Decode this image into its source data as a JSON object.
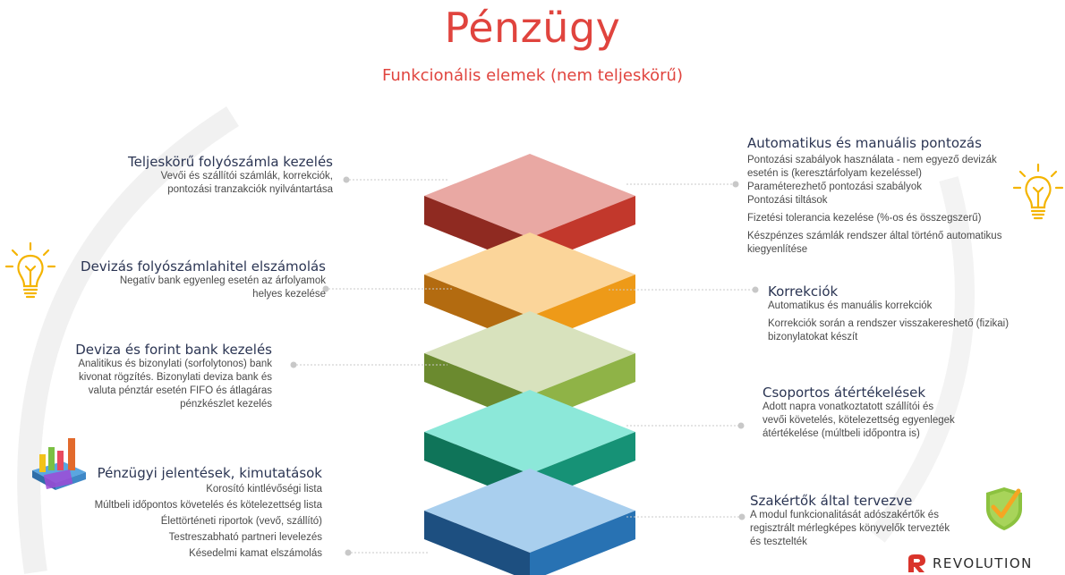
{
  "header": {
    "title": "Pénzügy",
    "subtitle": "Funkcionális elemek (nem teljeskörű)"
  },
  "left_items": [
    {
      "title": "Teljeskörű folyószámla kezelés",
      "lines": [
        "Vevői és szállítói számlák, korrekciók,",
        "pontozási tranzakciók nyilvántartása"
      ]
    },
    {
      "title": "Devizás folyószámlahitel elszámolás",
      "lines": [
        "Negatív bank egyenleg esetén az árfolyamok",
        "helyes kezelése"
      ]
    },
    {
      "title": "Deviza és forint bank kezelés",
      "lines": [
        "Analitikus és bizonylati (sorfolytonos) bank",
        "kivonat rögzítés. Bizonylati deviza bank és",
        "valuta pénztár esetén FIFO és átlagáras",
        "pénzkészlet kezelés"
      ]
    },
    {
      "title": "Pénzügyi jelentések, kimutatások",
      "lines": [
        "Korosító kintlévőségi lista",
        "Múltbeli időpontos követelés és kötelezettség lista",
        "Élettörténeti riportok (vevő, szállító)",
        "Testreszabható partneri levelezés",
        "Késedelmi kamat elszámolás"
      ]
    }
  ],
  "right_items": [
    {
      "title": "Automatikus és manuális pontozás",
      "lines": [
        "Pontozási szabályok használata - nem egyező devizák",
        "esetén is (keresztárfolyam kezeléssel)",
        "Paraméterezhető pontozási szabályok",
        "Pontozási tiltások",
        "Fizetési tolerancia kezelése (%-os és összegszerű)",
        "Készpénzes számlák rendszer által történő automatikus",
        "kiegyenlítése"
      ]
    },
    {
      "title": "Korrekciók",
      "lines": [
        "Automatikus és manuális korrekciók",
        "Korrekciók során a rendszer visszakereshető (fizikai)",
        "bizonylatokat készít"
      ]
    },
    {
      "title": "Csoportos átértékelések",
      "lines": [
        "Adott napra vonatkoztatott szállítói és",
        "vevői követelés, kötelezettség egyenlegek",
        "átértékelése (múltbeli időpontra is)"
      ]
    },
    {
      "title": "Szakértők által tervezve",
      "lines": [
        "A modul funkcionalitását adószakértők és",
        "regisztrált mérlegképes könyvelők tervezték",
        "és tesztelték"
      ]
    }
  ],
  "logo": {
    "text": "REVOLUTION"
  },
  "colors": {
    "accent": "#e0443e",
    "heading": "#2b3553",
    "layers": [
      {
        "top": "#e9a8a3",
        "left": "#8f2a21",
        "right": "#c2382c"
      },
      {
        "top": "#fbd59a",
        "left": "#b36b10",
        "right": "#ee9a18"
      },
      {
        "top": "#d8e2bd",
        "left": "#6b8a2f",
        "right": "#8fb347"
      },
      {
        "top": "#8ce8d9",
        "left": "#0f7459",
        "right": "#169276"
      },
      {
        "top": "#a9cfee",
        "left": "#1d4f80",
        "right": "#2872b3"
      }
    ]
  },
  "icons": [
    "lightbulb-icon",
    "lightbulb-icon",
    "chart-icon",
    "check-shield-icon",
    "revolution-logo-icon"
  ]
}
